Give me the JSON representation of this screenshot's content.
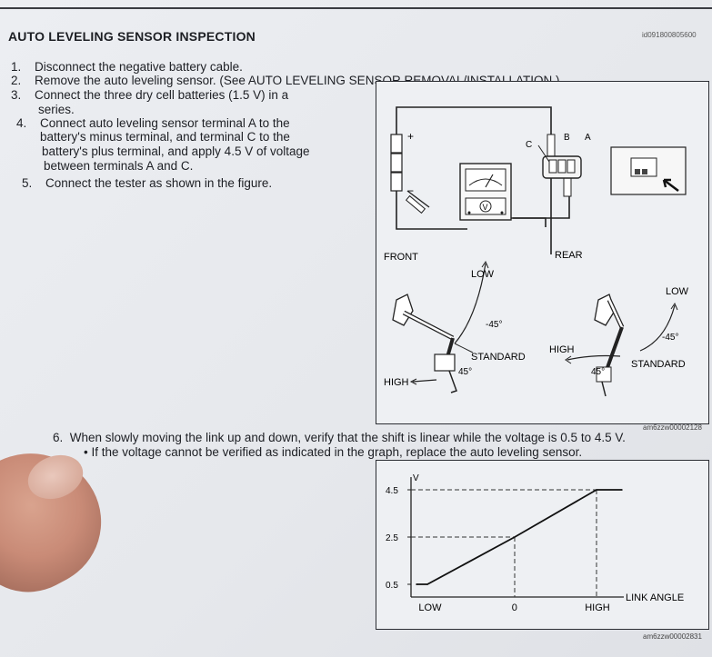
{
  "header": {
    "title": "AUTO LEVELING SENSOR INSPECTION",
    "doc_id": "id091800805600"
  },
  "steps": [
    {
      "num": "1.",
      "lines": [
        "Disconnect the negative battery cable."
      ]
    },
    {
      "num": "2.",
      "lines": [
        "Remove the auto leveling sensor. (See AUTO LEVELING SENSOR REMOVAL/INSTALLATION.)"
      ]
    },
    {
      "num": "3.",
      "lines": [
        "Connect the three dry cell batteries (1.5 V) in a",
        "series."
      ]
    },
    {
      "num": "4.",
      "lines": [
        "Connect auto leveling sensor terminal A to the",
        "battery's minus terminal, and terminal C to the",
        "battery's plus terminal, and apply 4.5 V of voltage",
        "between terminals A and C."
      ]
    },
    {
      "num": "5.",
      "lines": [
        "Connect the tester as shown in the figure."
      ]
    }
  ],
  "figure1": {
    "terminals": {
      "c": "C",
      "b": "B",
      "a": "A"
    },
    "plus": "+",
    "minus": "−",
    "tester_symbol": "V",
    "front_label": "FRONT",
    "rear_label": "REAR",
    "front": {
      "low": "LOW",
      "high": "HIGH",
      "standard": "STANDARD",
      "neg45": "-45°",
      "pos45": "45°"
    },
    "rear": {
      "low": "LOW",
      "high": "HIGH",
      "standard": "STANDARD",
      "neg45": "-45°",
      "pos45": "45°"
    },
    "caption": "am6zzw00002128"
  },
  "step6": {
    "num": "6.",
    "text": "When slowly moving the link up and down, verify that the shift is linear while the voltage is 0.5 to 4.5 V.",
    "bullet": "If the voltage cannot be verified as indicated in the graph, replace the auto leveling sensor."
  },
  "chart_data": {
    "type": "line",
    "title": "",
    "xlabel": "LINK ANGLE",
    "ylabel": "V",
    "x_ticks": [
      "LOW",
      "0",
      "HIGH"
    ],
    "y_ticks": [
      0.5,
      2.5,
      4.5
    ],
    "ylim": [
      0.5,
      4.5
    ],
    "series": [
      {
        "x": [
          "<LOW",
          "LOW",
          "0",
          "HIGH",
          ">HIGH"
        ],
        "values": [
          0.5,
          0.5,
          2.5,
          4.5,
          4.5
        ]
      }
    ],
    "grid": false,
    "caption": "am6zzw00002831"
  }
}
